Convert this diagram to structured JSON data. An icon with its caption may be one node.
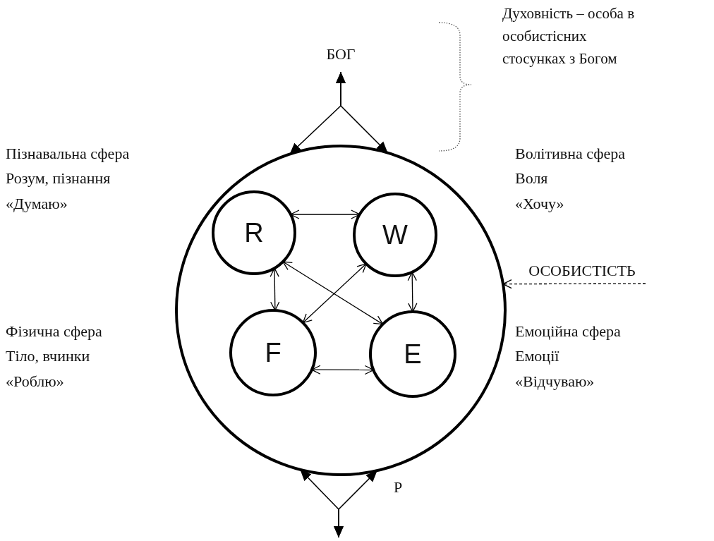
{
  "diagram": {
    "nodes": [
      {
        "text": [],
        "shape": "circle"
      },
      {
        "text": [
          "R"
        ],
        "in": 0
      },
      {
        "text": [
          "W"
        ],
        "in": 0
      },
      {
        "text": [
          "F"
        ],
        "in": 0
      },
      {
        "text": [
          "E"
        ],
        "in": 0
      },
      {
        "text": [
          "БОГ"
        ]
      },
      {
        "text": [
          "ОСОБИСТІСТЬ"
        ]
      }
    ],
    "edges": [
      {
        "from": 0,
        "to": 5,
        "arrow": "both"
      },
      {
        "from": 0,
        "to": 5,
        "arrow": "both"
      },
      {
        "from": 0,
        "to": null,
        "arrow": "both"
      },
      {
        "from": 0,
        "to": null,
        "arrow": "both"
      },
      {
        "from": 6,
        "to": 0,
        "arrow": "to",
        "style": "dashed"
      },
      {
        "from": 1,
        "to": 2,
        "arrow": "both"
      },
      {
        "from": 1,
        "to": 3,
        "arrow": "both"
      },
      {
        "from": 2,
        "to": 4,
        "arrow": "both"
      },
      {
        "from": 3,
        "to": 4,
        "arrow": "both"
      },
      {
        "from": 1,
        "to": 4,
        "arrow": "both"
      },
      {
        "from": 2,
        "to": 3,
        "arrow": "both"
      }
    ],
    "labels": [
      "Духовність – особа в особистісних стосунках з Богом",
      "Пізнавальна сфера",
      "Розум, пізнання",
      "«Думаю»",
      "Волітивна сфера",
      "Воля",
      "«Хочу»",
      "Фізична сфера",
      "Тіло, вчинки",
      "«Роблю»",
      "Емоційна сфера",
      "Емоції",
      "«Відчуваю»",
      "P"
    ]
  }
}
